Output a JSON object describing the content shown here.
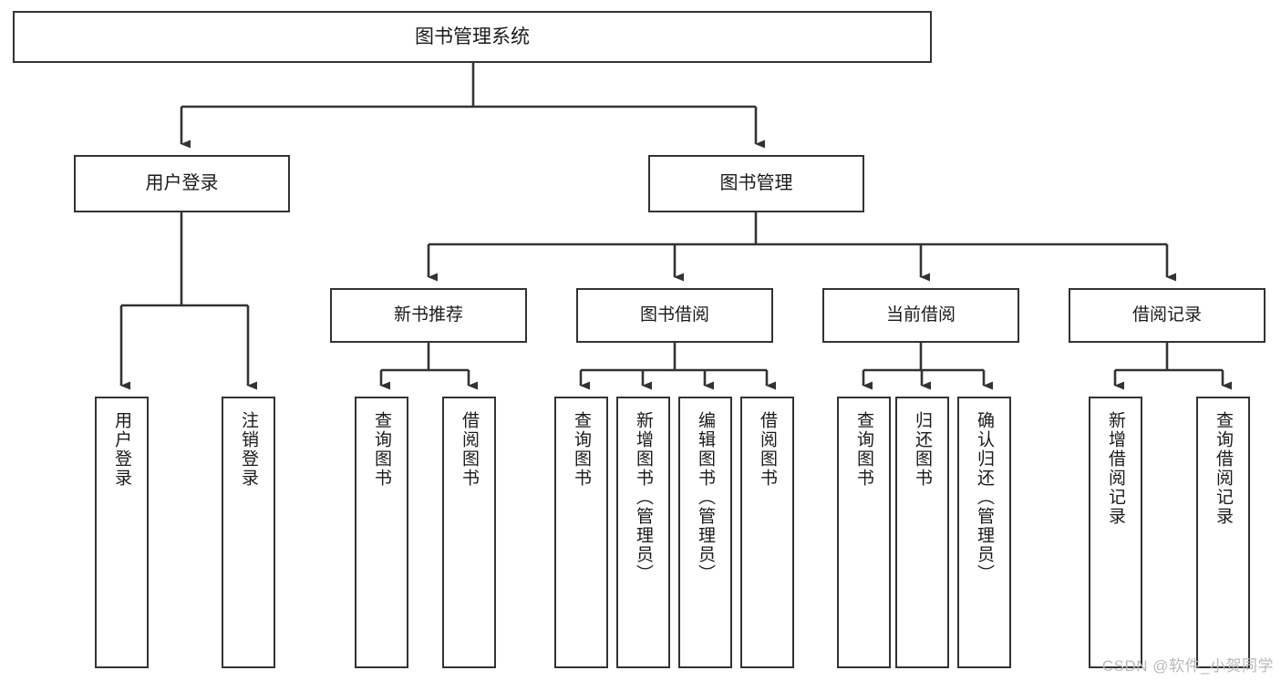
{
  "diagram": {
    "title": "图书管理系统",
    "type": "tree",
    "root": {
      "label": "图书管理系统"
    },
    "level2": [
      {
        "label": "用户登录"
      },
      {
        "label": "图书管理"
      }
    ],
    "level3": [
      {
        "label": "新书推荐"
      },
      {
        "label": "图书借阅"
      },
      {
        "label": "当前借阅"
      },
      {
        "label": "借阅记录"
      }
    ],
    "leaves": {
      "user_login": [
        {
          "label": "用户登录"
        },
        {
          "label": "注销登录"
        }
      ],
      "new_book_recommend": [
        {
          "label": "查询图书"
        },
        {
          "label": "借阅图书"
        }
      ],
      "book_borrow": [
        {
          "label": "查询图书"
        },
        {
          "label": "新增图书（管理员）"
        },
        {
          "label": "编辑图书（管理员）"
        },
        {
          "label": "借阅图书"
        }
      ],
      "current_borrow": [
        {
          "label": "查询图书"
        },
        {
          "label": "归还图书"
        },
        {
          "label": "确认归还（管理员）"
        }
      ],
      "borrow_record": [
        {
          "label": "新增借阅记录"
        },
        {
          "label": "查询借阅记录"
        }
      ]
    }
  },
  "watermark": {
    "text": "CSDN @软件_小贺同学"
  },
  "colors": {
    "stroke": "#333333",
    "fill": "#ffffff",
    "text": "#1a1a1a",
    "watermark": "#b9b9b9"
  }
}
